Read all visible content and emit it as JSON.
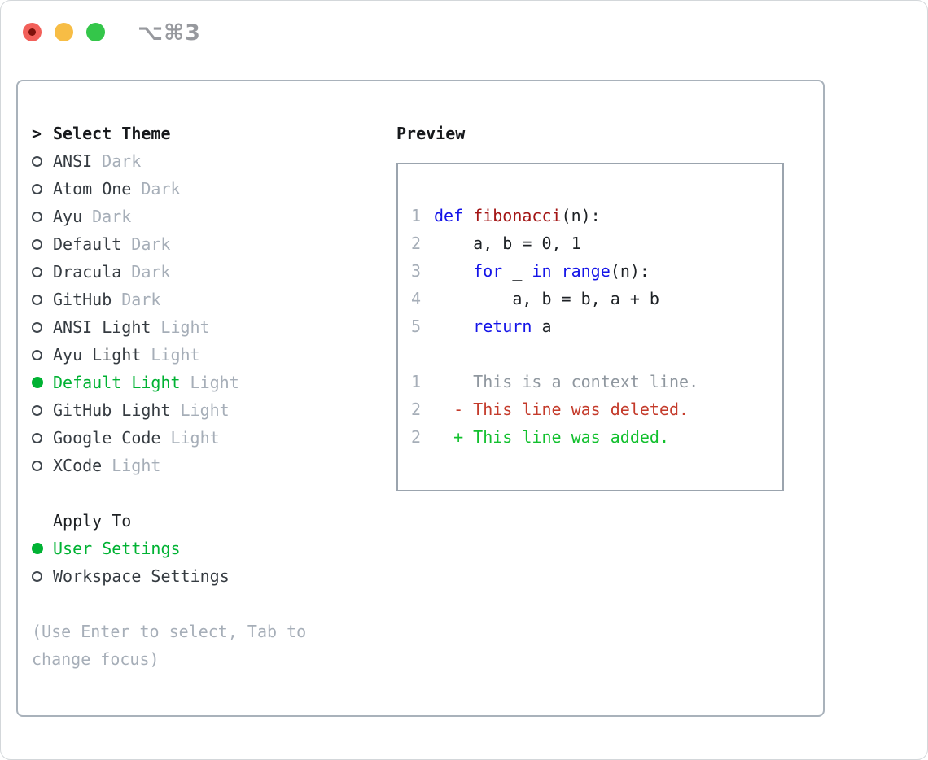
{
  "window": {
    "title": "⌥⌘3",
    "traffic_lights": [
      {
        "name": "close-button",
        "color_key": "traffic_red",
        "has_inner_dot": true
      },
      {
        "name": "minimize-button",
        "color_key": "traffic_yellow",
        "has_inner_dot": false
      },
      {
        "name": "zoom-button",
        "color_key": "traffic_green",
        "has_inner_dot": false
      }
    ]
  },
  "theme_panel": {
    "cursor": ">",
    "header": "Select Theme",
    "items": [
      {
        "name": "ANSI",
        "variant": "Dark",
        "selected": false
      },
      {
        "name": "Atom One",
        "variant": "Dark",
        "selected": false
      },
      {
        "name": "Ayu",
        "variant": "Dark",
        "selected": false
      },
      {
        "name": "Default",
        "variant": "Dark",
        "selected": false
      },
      {
        "name": "Dracula",
        "variant": "Dark",
        "selected": false
      },
      {
        "name": "GitHub",
        "variant": "Dark",
        "selected": false
      },
      {
        "name": "ANSI Light",
        "variant": "Light",
        "selected": false
      },
      {
        "name": "Ayu Light",
        "variant": "Light",
        "selected": false
      },
      {
        "name": "Default Light",
        "variant": "Light",
        "selected": true
      },
      {
        "name": "GitHub Light",
        "variant": "Light",
        "selected": false
      },
      {
        "name": "Google Code",
        "variant": "Light",
        "selected": false
      },
      {
        "name": "XCode",
        "variant": "Light",
        "selected": false
      }
    ],
    "apply_to": {
      "header": "Apply To",
      "options": [
        {
          "label": "User Settings",
          "selected": true
        },
        {
          "label": "Workspace Settings",
          "selected": false
        }
      ]
    },
    "footer_hint": "(Use Enter to select, Tab to change focus)"
  },
  "preview_panel": {
    "header": "Preview",
    "code_lines": [
      {
        "num": "1",
        "tokens": [
          {
            "t": "def",
            "c": "kw"
          },
          {
            "t": " ",
            "c": "p"
          },
          {
            "t": "fibonacci",
            "c": "fn"
          },
          {
            "t": "(n):",
            "c": "p"
          }
        ]
      },
      {
        "num": "2",
        "tokens": [
          {
            "t": "    a, b = 0, 1",
            "c": "p"
          }
        ]
      },
      {
        "num": "3",
        "tokens": [
          {
            "t": "    ",
            "c": "p"
          },
          {
            "t": "for",
            "c": "kw"
          },
          {
            "t": " _ ",
            "c": "p"
          },
          {
            "t": "in",
            "c": "kw"
          },
          {
            "t": " ",
            "c": "p"
          },
          {
            "t": "range",
            "c": "kw"
          },
          {
            "t": "(n):",
            "c": "p"
          }
        ]
      },
      {
        "num": "4",
        "tokens": [
          {
            "t": "        a, b = b, a + b",
            "c": "p"
          }
        ]
      },
      {
        "num": "5",
        "tokens": [
          {
            "t": "    ",
            "c": "p"
          },
          {
            "t": "return",
            "c": "kw"
          },
          {
            "t": " a",
            "c": "p"
          }
        ]
      }
    ],
    "diff_lines": [
      {
        "num": "1",
        "kind": "context",
        "text": "    This is a context line."
      },
      {
        "num": "2",
        "kind": "deleted",
        "text": "  - This line was deleted."
      },
      {
        "num": "2",
        "kind": "added",
        "text": "  + This line was added."
      }
    ]
  },
  "colors": {
    "accent_green": "#00b233",
    "added_green": "#12c02e",
    "deleted_red": "#c43b2b",
    "keyword_blue": "#1414e8",
    "function_red": "#a31515",
    "text_dark": "#353b41",
    "code_text": "#1d2125",
    "muted_gray": "#a6aeb8",
    "context_gray": "#8f979f",
    "panel_border": "#a9b2bb",
    "preview_border": "#9ba4ae",
    "title_gray": "#97999e",
    "traffic_red": "#f2605a",
    "traffic_yellow": "#f7bd45",
    "traffic_green": "#34c64a"
  }
}
